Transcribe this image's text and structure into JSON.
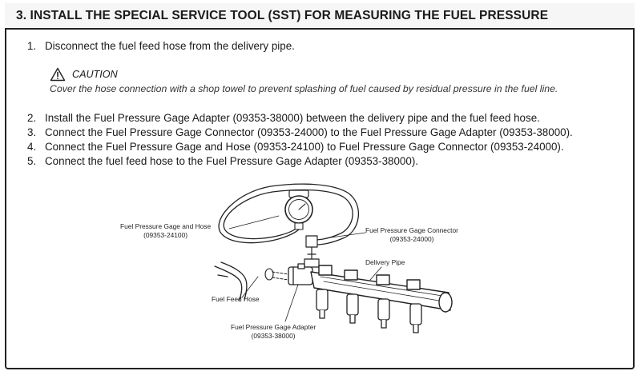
{
  "section": {
    "title": "3. INSTALL THE SPECIAL SERVICE TOOL (SST) FOR MEASURING THE FUEL PRESSURE"
  },
  "steps": [
    {
      "num": "1.",
      "text": "Disconnect the fuel feed hose from the delivery pipe."
    },
    {
      "num": "2.",
      "text": "Install the Fuel Pressure Gage Adapter (09353-38000) between the delivery pipe and the fuel feed hose."
    },
    {
      "num": "3.",
      "text": "Connect the Fuel Pressure Gage Connector (09353-24000) to the Fuel Pressure Gage Adapter (09353-38000)."
    },
    {
      "num": "4.",
      "text": "Connect the Fuel Pressure Gage and Hose (09353-24100) to Fuel Pressure Gage Connector (09353-24000)."
    },
    {
      "num": "5.",
      "text": "Connect the fuel feed hose to the Fuel Pressure Gage Adapter (09353-38000)."
    }
  ],
  "caution": {
    "label": "CAUTION",
    "text": "Cover the hose connection with a shop towel to prevent splashing of fuel caused by residual pressure in the fuel line.",
    "icon": "warning-triangle-icon"
  },
  "diagram": {
    "labels": {
      "gage_and_hose": {
        "name": "Fuel Pressure Gage and Hose",
        "code": "(09353-24100)"
      },
      "gage_connector": {
        "name": "Fuel Pressure Gage Connector",
        "code": "(09353-24000)"
      },
      "delivery_pipe": {
        "name": "Delivery Pipe"
      },
      "fuel_feed_hose": {
        "name": "Fuel Feed Hose"
      },
      "gage_adapter": {
        "name": "Fuel Pressure Gage Adapter",
        "code": "(09353-38000)"
      }
    }
  }
}
